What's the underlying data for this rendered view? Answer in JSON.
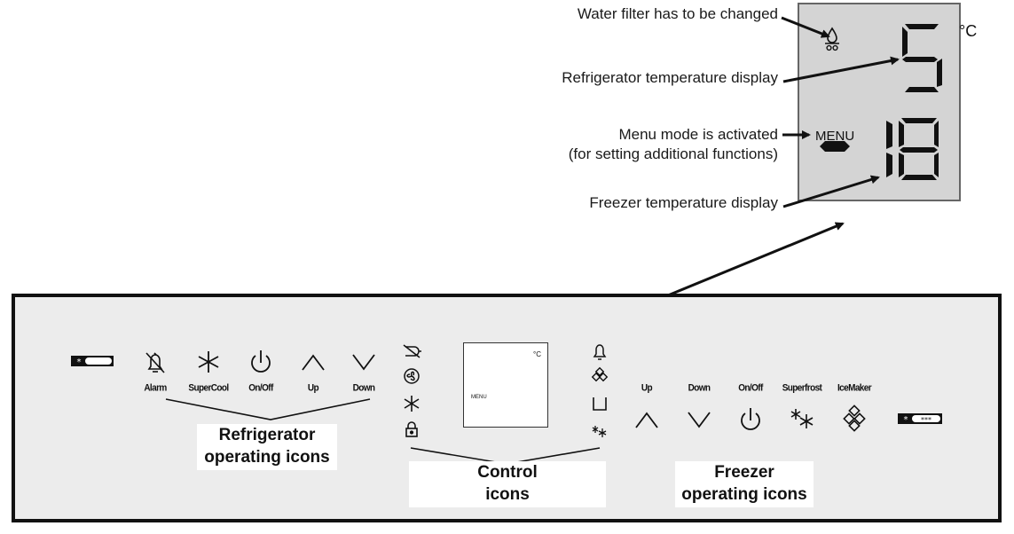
{
  "annotations": {
    "water_filter": "Water filter has to be changed",
    "fridge_display": "Refrigerator temperature display",
    "menu_line1": "Menu mode is activated",
    "menu_line2": "(for setting additional functions)",
    "freezer_display": "Freezer temperature display"
  },
  "display": {
    "fridge_temp": "5",
    "freezer_temp": "18",
    "unit": "°C",
    "menu_label": "MENU"
  },
  "refrigerator_buttons": [
    {
      "label": "Alarm",
      "icon": "bell-icon"
    },
    {
      "label": "SuperCool",
      "icon": "asterisk-icon"
    },
    {
      "label": "On/Off",
      "icon": "power-icon"
    },
    {
      "label": "Up",
      "icon": "chevron-up-icon"
    },
    {
      "label": "Down",
      "icon": "chevron-down-icon"
    }
  ],
  "freezer_buttons": [
    {
      "label": "Up",
      "icon": "chevron-up-icon"
    },
    {
      "label": "Down",
      "icon": "chevron-down-icon"
    },
    {
      "label": "On/Off",
      "icon": "power-icon"
    },
    {
      "label": "Superfrost",
      "icon": "superfrost-icon"
    },
    {
      "label": "IceMaker",
      "icon": "ice-cubes-icon"
    }
  ],
  "groups": {
    "refrigerator_line1": "Refrigerator",
    "refrigerator_line2": "operating icons",
    "control_line1": "Control",
    "control_line2": "icons",
    "freezer_line1": "Freezer",
    "freezer_line2": "operating icons"
  },
  "colors": {
    "panel_bg": "#ececec",
    "display_bg": "#d4d4d4",
    "ink": "#111111"
  }
}
